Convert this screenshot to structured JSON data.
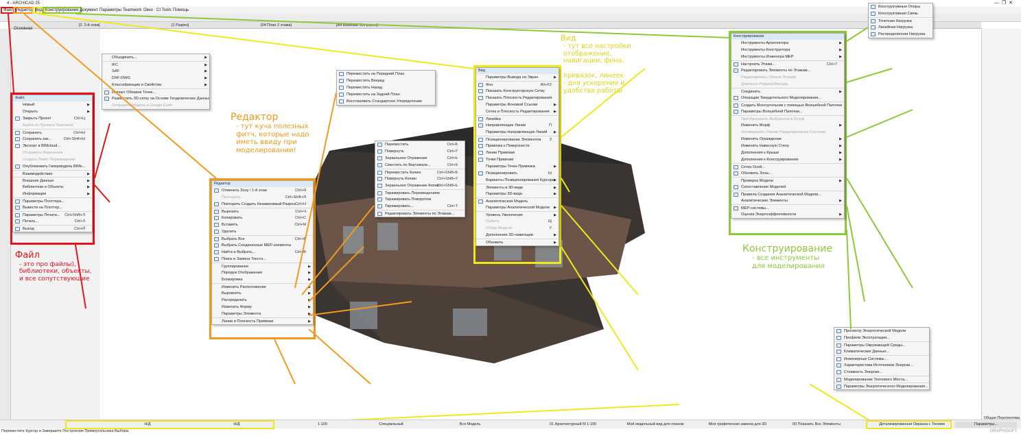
{
  "window": {
    "title": "4 - ARCHICAD 25",
    "brand": "GRAPHISOFT"
  },
  "colors": {
    "file": "#e3141b",
    "editor": "#f39a1d",
    "view": "#f0e81a",
    "design": "#8dc83a"
  },
  "menubar": [
    "Файл",
    "Редактор",
    "Вид",
    "Конструирование",
    "Документ",
    "Параметры",
    "Teamwork",
    "Окно",
    "CI Tools",
    "Помощь"
  ],
  "tabs": [
    "[2. 2-й этаж]",
    "[1 Разрез]",
    "[04 План 2 этажа]",
    "[A4 книжный без рамок]"
  ],
  "side_label": "Основная",
  "menus": {
    "file": {
      "title": "Файл",
      "items": [
        {
          "t": "Новый",
          "sub": 1
        },
        {
          "t": "Открыть",
          "sub": 1
        },
        {
          "t": "Закрыть Проект",
          "k": "Ctrl+Ц"
        },
        {
          "t": "Выйти из Проекта Teamwork",
          "dis": 1
        },
        {
          "t": "Сохранить",
          "k": "Ctrl+Ы",
          "sep": 1
        },
        {
          "t": "Сохранить как...",
          "k": "Ctrl+Shift+Ы"
        },
        {
          "t": "Экспорт в BIMcloud..."
        },
        {
          "t": "Отправить Изменения",
          "dis": 1
        },
        {
          "t": "Создать Пакет Перемещения",
          "dis": 1
        },
        {
          "t": "Опубликовать Гипермодель BIMx..."
        },
        {
          "t": "Взаимодействие",
          "sub": 1,
          "sep": 1
        },
        {
          "t": "Внешние Данные",
          "sub": 1,
          "sep": 1
        },
        {
          "t": "Библиотеки и Объекты",
          "sub": 1
        },
        {
          "t": "Информация",
          "sub": 1
        },
        {
          "t": "Параметры Плоттера...",
          "sep": 1
        },
        {
          "t": "Вывести на Плоттер..."
        },
        {
          "t": "Параметры Печати...",
          "k": "Ctrl+Shift+З",
          "sep": 1
        },
        {
          "t": "Печать...",
          "k": "Ctrl+З"
        },
        {
          "t": "Выход",
          "k": "Ctrl+Й",
          "sep": 1
        }
      ]
    },
    "editor": {
      "title": "Редактор",
      "items": [
        {
          "t": "Отменить Зону / 1-й этаж",
          "k": "Ctrl+Я"
        },
        {
          "t": "Повторить",
          "k": "Ctrl+Shift+Я",
          "dis": 1
        },
        {
          "t": "Повторить Создать Независимый Разрез...",
          "k": "Ctrl+Н"
        },
        {
          "t": "Вырезать",
          "k": "Ctrl+Ч",
          "sep": 1
        },
        {
          "t": "Копировать",
          "k": "Ctrl+С"
        },
        {
          "t": "Вставить",
          "k": "Ctrl+М"
        },
        {
          "t": "Удалить"
        },
        {
          "t": "Выбрать Все",
          "k": "Ctrl+Ф",
          "sep": 1
        },
        {
          "t": "Выбрать Соединенные MEP-элементы"
        },
        {
          "t": "Найти и Выбрать...",
          "k": "Ctrl+Ф"
        },
        {
          "t": "Поиск и Замена Текста..."
        },
        {
          "t": "Группирование",
          "sub": 1,
          "sep": 1
        },
        {
          "t": "Порядок Отображения",
          "sub": 1
        },
        {
          "t": "Блокировка",
          "sub": 1
        },
        {
          "t": "Изменить Расположение",
          "sub": 1,
          "sep": 1
        },
        {
          "t": "Выровнять",
          "sub": 1
        },
        {
          "t": "Распределить",
          "sub": 1
        },
        {
          "t": "Изменить Форму",
          "sub": 1
        },
        {
          "t": "Параметры Элемента",
          "sub": 1
        },
        {
          "t": "Линии и Плоскость Привязки",
          "sub": 1,
          "sep": 1
        }
      ]
    },
    "view": {
      "title": "Вид",
      "items": [
        {
          "t": "Параметры Вывода на Экран",
          "sub": 1
        },
        {
          "t": "Фон",
          "k": "Alt+F2",
          "sep": 1
        },
        {
          "t": "Показать Конструкторскую Сетку"
        },
        {
          "t": "Показать Плоскость Редактирования"
        },
        {
          "t": "Параметры Фоновой Ссылки",
          "sub": 1
        },
        {
          "t": "Сетка и Плоскость Редактирования",
          "sub": 1
        },
        {
          "t": "Линейка",
          "sep": 1
        },
        {
          "t": "Направляющие Линии",
          "k": "П"
        },
        {
          "t": "Параметры Направляющих Линий",
          "sub": 1
        },
        {
          "t": "Позиционирование Элементов",
          "k": "З",
          "sep": 1
        },
        {
          "t": "Привязка к Поверхности"
        },
        {
          "t": "Линии Привязки"
        },
        {
          "t": "Точки Привязки"
        },
        {
          "t": "Параметры Точек Привязки",
          "sub": 1
        },
        {
          "t": "Позиционировать",
          "k": "Ы"
        },
        {
          "t": "Варианты Позиционирования Курсора",
          "sub": 1
        },
        {
          "t": "Элементы в 3D-виде",
          "sub": 1,
          "sep": 1
        },
        {
          "t": "Параметры 3D-вида",
          "sub": 1
        },
        {
          "t": "Аналитическая Модель",
          "sep": 1
        },
        {
          "t": "Параметры Аналитической Модели",
          "sub": 1
        },
        {
          "t": "Уровень Увеличения",
          "sub": 1,
          "sep": 1
        },
        {
          "t": "Орбита",
          "k": "Щ",
          "dis": 1
        },
        {
          "t": "Обзор Модели",
          "k": "У",
          "dis": 1
        },
        {
          "t": "Дополнения 3D-навигации",
          "sub": 1
        },
        {
          "t": "Обновить",
          "sub": 1,
          "sep": 1
        }
      ]
    },
    "design": {
      "title": "Конструирование",
      "items": [
        {
          "t": "Инструменты Архитектора",
          "sub": 1
        },
        {
          "t": "Инструменты Конструктора",
          "sub": 1
        },
        {
          "t": "Инструменты Инженера MEP",
          "sub": 1
        },
        {
          "t": "Настроить Этажи...",
          "k": "Ctrl+7",
          "sep": 1
        },
        {
          "t": "Редактировать Элементы по Этажам..."
        },
        {
          "t": "Редактировать Уровни Этажей",
          "dis": 1
        },
        {
          "t": "Диапазон Разреза/Фасада",
          "dis": 1
        },
        {
          "t": "Соединить",
          "sub": 1,
          "sep": 1
        },
        {
          "t": "Операции Твердотельного Моделирования..."
        },
        {
          "t": "Создать Многоугольник с помощью Волшебной Палочки",
          "sep": 1
        },
        {
          "t": "Параметры Волшебной Палочки..."
        },
        {
          "t": "Преобразовать Выбранное в Морф",
          "dis": 1,
          "sep": 1
        },
        {
          "t": "Изменить Морф",
          "sub": 1
        },
        {
          "t": "Активировать Режим Редактирования Системы",
          "dis": 1
        },
        {
          "t": "Изменить Ограждение",
          "sub": 1
        },
        {
          "t": "Изменить Навесную Стену",
          "sub": 1
        },
        {
          "t": "Дополнения к Крыше",
          "sub": 1
        },
        {
          "t": "Дополнения к Конструированию",
          "sub": 1
        },
        {
          "t": "Сетка Осей...",
          "sep": 1
        },
        {
          "t": "Обновить Зоны..."
        },
        {
          "t": "Проверка Модели",
          "sub": 1,
          "sep": 1
        },
        {
          "t": "Сопоставление Моделей"
        },
        {
          "t": "Правила Создания Аналитической Модели...",
          "sep": 1
        },
        {
          "t": "Аналитические Элементы",
          "sub": 1
        },
        {
          "t": "MEP-системы...",
          "sep": 1
        },
        {
          "t": "Оценка Энергоэффективности",
          "sub": 1
        }
      ]
    },
    "file_exchange": {
      "items": [
        {
          "t": "Объединить...",
          "sub": 1
        },
        {
          "t": "IFC",
          "sub": 1,
          "sep": 1
        },
        {
          "t": "SAF",
          "sub": 1
        },
        {
          "t": "DXF-DWG",
          "sub": 1
        },
        {
          "t": "Классификации и Свойства",
          "sub": 1
        },
        {
          "t": "Импорт Облаков Точек...",
          "sep": 1
        },
        {
          "t": "Разместить 3D-сетку на Основе Геодезических Данных..."
        },
        {
          "t": "Отправить Модель в Google Earth",
          "dis": 1
        }
      ]
    },
    "display_order": {
      "items": [
        {
          "t": "Переместить на Передний План"
        },
        {
          "t": "Переместить Вперед"
        },
        {
          "t": "Переместить Назад"
        },
        {
          "t": "Переместить на Задний План"
        },
        {
          "t": "Восстановить Стандартное Упорядочение"
        }
      ]
    },
    "transform": {
      "items": [
        {
          "t": "Переместить",
          "k": "Ctrl+Б"
        },
        {
          "t": "Повернуть",
          "k": "Ctrl+У"
        },
        {
          "t": "Зеркальное Отражение",
          "k": "Ctrl+Ь"
        },
        {
          "t": "Сместить по Вертикали...",
          "k": "Ctrl+9"
        },
        {
          "t": "Переместить Копию",
          "k": "Ctrl+Shift+Б",
          "sep": 1
        },
        {
          "t": "Повернуть Копию",
          "k": "Ctrl+Shift+У"
        },
        {
          "t": "Зеркальное Отражение Копии",
          "k": "Ctrl+Shift+Ь"
        },
        {
          "t": "Тиражировать Перемещением",
          "sep": 1
        },
        {
          "t": "Тиражировать Поворотом"
        },
        {
          "t": "Тиражировать...",
          "k": "Ctrl+Т"
        },
        {
          "t": "Редактировать Элементы по Этажам...",
          "sep": 1
        }
      ]
    },
    "structural": {
      "items": [
        {
          "t": "Конструктивные Опоры"
        },
        {
          "t": "Конструктивная Связь"
        },
        {
          "t": "Точечная Нагрузка",
          "sep": 1
        },
        {
          "t": "Линейная Нагрузка"
        },
        {
          "t": "Распределенная Нагрузка"
        }
      ]
    },
    "energy": {
      "items": [
        {
          "t": "Просмотр Энергетической Модели"
        },
        {
          "t": "Профили Эксплуатации..."
        },
        {
          "t": "Параметры Окружающей Среды...",
          "sep": 1
        },
        {
          "t": "Климатические Данные..."
        },
        {
          "t": "Инженерные Системы...",
          "sep": 1
        },
        {
          "t": "Характеристики Источников Энергии..."
        },
        {
          "t": "Стоимость Энергии..."
        },
        {
          "t": "Моделирование Теплового Моста...",
          "sep": 1
        },
        {
          "t": "Параметры Энергетического Моделирования...",
          "sep": 1
        }
      ]
    }
  },
  "notes": {
    "file": {
      "title": "Файл",
      "body": "- это про файлы),\nбиблиотеки, объекты,\nи все сопутствующие"
    },
    "editor": {
      "title": "Редактор",
      "body": "- тут куча полезных\nфитч, которые надо\nиметь ввиду при\nмоделировании!"
    },
    "view": {
      "title": "Вид",
      "body": "- тут все настройки\nотображения,\nнавигации, фона,\n\nпривязок, линеек\n- для ускорения и\nудобства работы"
    },
    "design": {
      "title": "Конструирование",
      "body": "- все инструменты\nдля моделирования"
    }
  },
  "statusbar": {
    "nav1": "Н/Д",
    "nav2": "Н/Д",
    "scale": "1:100",
    "struct": "Специальный",
    "model": "Вся Модель",
    "pen": "01 Архитектурный М 1:100",
    "view": "Мой модельный вид для планов",
    "override": "Моя графическая замена для 3D",
    "renov": "00 Показать Все Элементы",
    "style": "Детализированная Окраска с Тенями"
  },
  "right": {
    "view_name": "Общая Перспектива",
    "params": "Параметры..."
  },
  "hint": "Переместите Курсор и Завершите Построение Прямоугольника Выбора."
}
